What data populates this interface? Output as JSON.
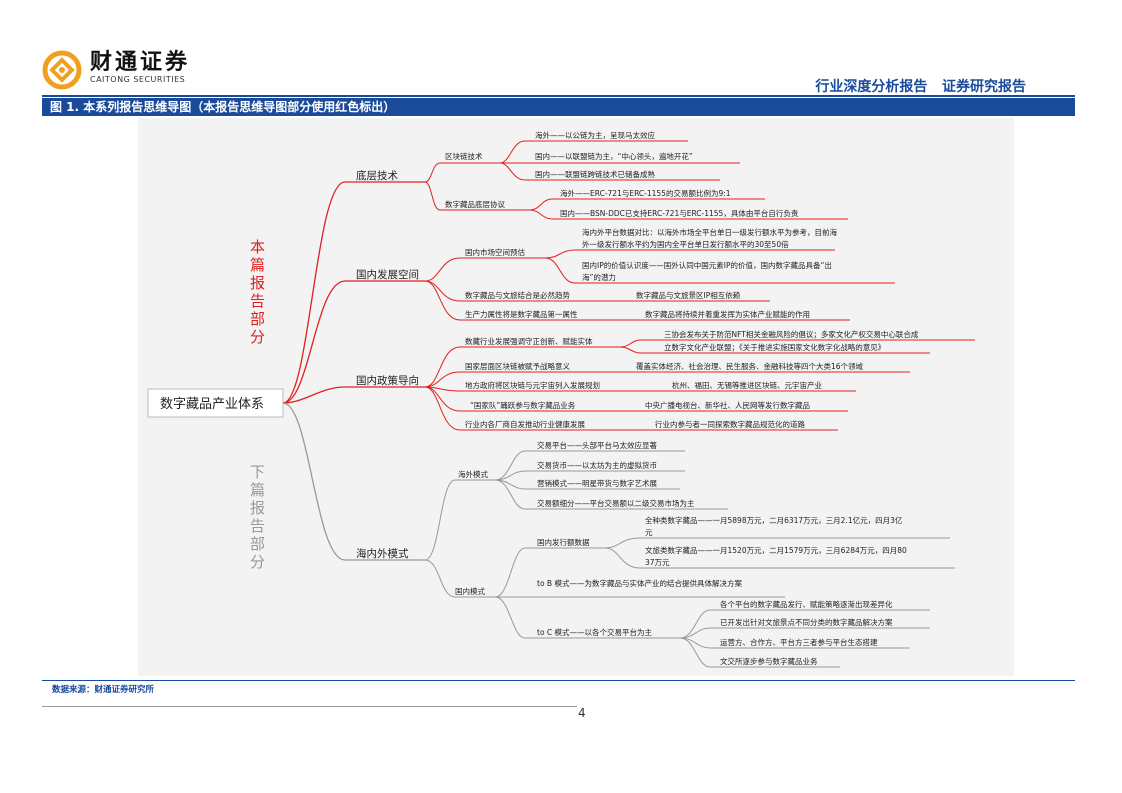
{
  "header": {
    "brand_cn": "财通证券",
    "brand_en": "CAITONG SECURITIES",
    "report_type": "行业深度分析报告   证券研究报告"
  },
  "figure": {
    "title": "图 1. 本系列报告思维导图（本报告思维导图部分使用红色标出）",
    "side_label_top": "本篇报告部分",
    "side_label_bottom": "下篇报告部分",
    "root": "数字藏品产业体系",
    "branches": {
      "b1": "底层技术",
      "b2": "国内发展空间",
      "b3": "国内政策导向",
      "b4": "海内外模式"
    },
    "nodes": {
      "qkl": "区块链技术",
      "qkl1": "海外——以公链为主，呈现马太效应",
      "qkl2": "国内——以联盟链为主，“中心领头，遍地开花”",
      "qkl3": "国内——联盟链跨链技术已储备成熟",
      "xy": "数字藏品底层协议",
      "xy1": "海外——ERC-721与ERC-1155的交易额比例为9:1",
      "xy2": "国内——BSN-DDC已支持ERC-721与ERC-1155，具体由平台自行负责",
      "kj": "国内市场空间预估",
      "kj1a": "海内外平台数据对比：以海外市场全平台单日一级发行额水平为参考，目前海",
      "kj1b": "外一级发行额水平约为国内全平台单日发行额水平的30至50倍",
      "kj2a": "国内IP的价值认识度——国外认同中国元素IP的价值，国内数字藏品具备“出",
      "kj2b": "海”的潜力",
      "wl": "数字藏品与文旅结合是必然趋势",
      "wl1": "数字藏品与文旅景区IP相互依赖",
      "scl": "生产力属性将是数字藏品第一属性",
      "scl1": "数字藏品将持续并着重发挥为实体产业赋能的作用",
      "p1": "数藏行业发展强调守正创新、赋能实体",
      "p1a": "三协会发布关于防范NFT相关金融风险的倡议；多家文化产权交易中心联合成",
      "p1b": "立数字文化产业联盟；《关于推进实施国家文化数字化战略的意见》",
      "p2": "国家层面区块链被赋予战略意义",
      "p2a": "覆盖实体经济、社会治理、民生服务、金融科技等四个大类16个领域",
      "p3": "地方政府将区块链与元宇宙列入发展规划",
      "p3a": "杭州、福田、无锡等推进区块链、元宇宙产业",
      "p4": "“国家队”踊跃参与数字藏品业务",
      "p4a": "中央广播电视台、新华社、人民网等发行数字藏品",
      "p5": "行业内各厂商自发推动行业健康发展",
      "p5a": "行业内参与者一同探索数字藏品规范化的道路",
      "hw": "海外模式",
      "hw1": "交易平台——头部平台马太效应显著",
      "hw2": "交易货币——以太坊为主的虚拟货币",
      "hw3": "营销模式——明星带货与数字艺术展",
      "hw4": "交易额细分——平台交易额以二级交易市场为主",
      "fx": "国内发行额数据",
      "fx1a": "全种类数字藏品——一月5898万元，二月6317万元，三月2.1亿元，四月3亿",
      "fx1b": "元",
      "fx2a": "文旅类数字藏品——一月1520万元，二月1579万元，三月6284万元，四月80",
      "fx2b": "37万元",
      "gn": "国内模式",
      "tob": "to B 模式——为数字藏品与实体产业的结合提供具体解决方案",
      "toc": "to C 模式——以各个交易平台为主",
      "toc1": "各个平台的数字藏品发行、赋能策略逐渐出现差异化",
      "toc2": "已开发出针对文旅景点不同分类的数字藏品解决方案",
      "toc3": "运营方、合作方、平台方三者参与平台生态搭建",
      "toc4": "文交所逐步参与数字藏品业务"
    }
  },
  "source": "数据来源：财通证券研究所",
  "page_number": "4",
  "colors": {
    "brand_blue": "#1a4a9a",
    "highlight_red": "#e02020",
    "muted_gray": "#999999",
    "logo_orange": "#f0a020"
  }
}
